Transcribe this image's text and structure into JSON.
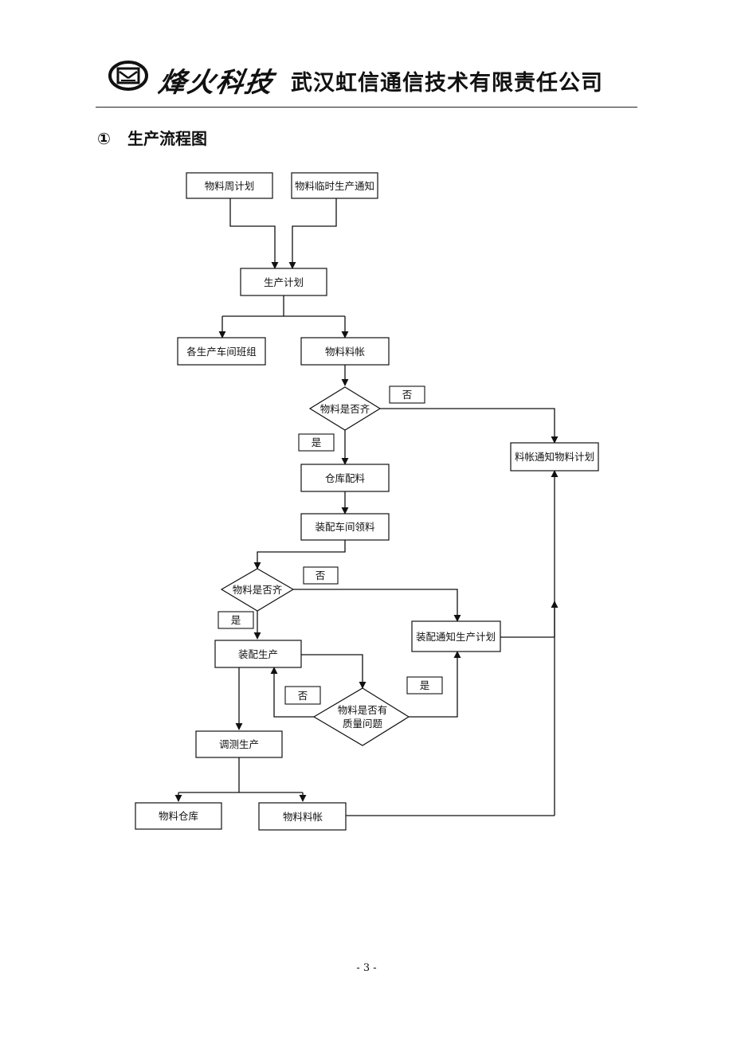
{
  "header": {
    "brand_script": "烽火科技",
    "company_name": "武汉虹信通信技术有限责任公司"
  },
  "section": {
    "number": "①",
    "title": "生产流程图"
  },
  "flowchart": {
    "nodes": {
      "weekly_plan": "物料周计划",
      "temp_notice": "物料临时生产通知",
      "production_plan": "生产计划",
      "workshop_teams": "各生产车间班组",
      "material_account_1": "物料料帐",
      "check_complete_1": "物料是否齐",
      "account_notify_plan": "料帐通知物料计划",
      "warehouse_prep": "仓库配料",
      "assembly_pick": "装配车间领料",
      "check_complete_2": "物料是否齐",
      "assembly_notify_plan": "装配通知生产计划",
      "assembly_production": "装配生产",
      "quality_check_line1": "物料是否有",
      "quality_check_line2": "质量问题",
      "debug_production": "调测生产",
      "material_warehouse": "物料仓库",
      "material_account_2": "物料料帐"
    },
    "labels": {
      "no_1": "否",
      "yes_1": "是",
      "no_2": "否",
      "yes_2": "是",
      "no_3": "否",
      "yes_3": "是"
    }
  },
  "footer": {
    "page_number": "- 3 -"
  }
}
